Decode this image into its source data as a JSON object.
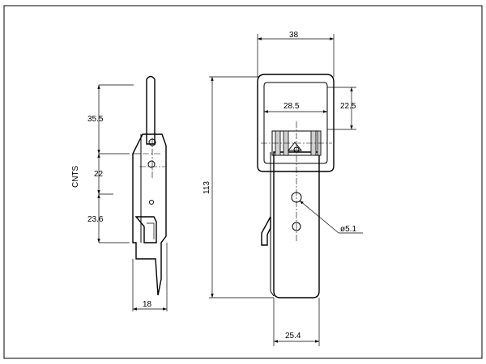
{
  "drawing": {
    "side_view": {
      "dim_top": "35.5",
      "dim_mid": "22",
      "dim_bottom": "23.6",
      "dim_width": "18",
      "side_label": "CNTS"
    },
    "front_view": {
      "dim_width_top": "38",
      "dim_inner_width": "28.5",
      "dim_inner_height": "22.5",
      "dim_height": "113",
      "dim_hole": "ø5.1",
      "dim_width_bottom": "25.4"
    }
  },
  "colors": {
    "line": "#000000",
    "frame": "#000000",
    "background": "#ffffff"
  }
}
